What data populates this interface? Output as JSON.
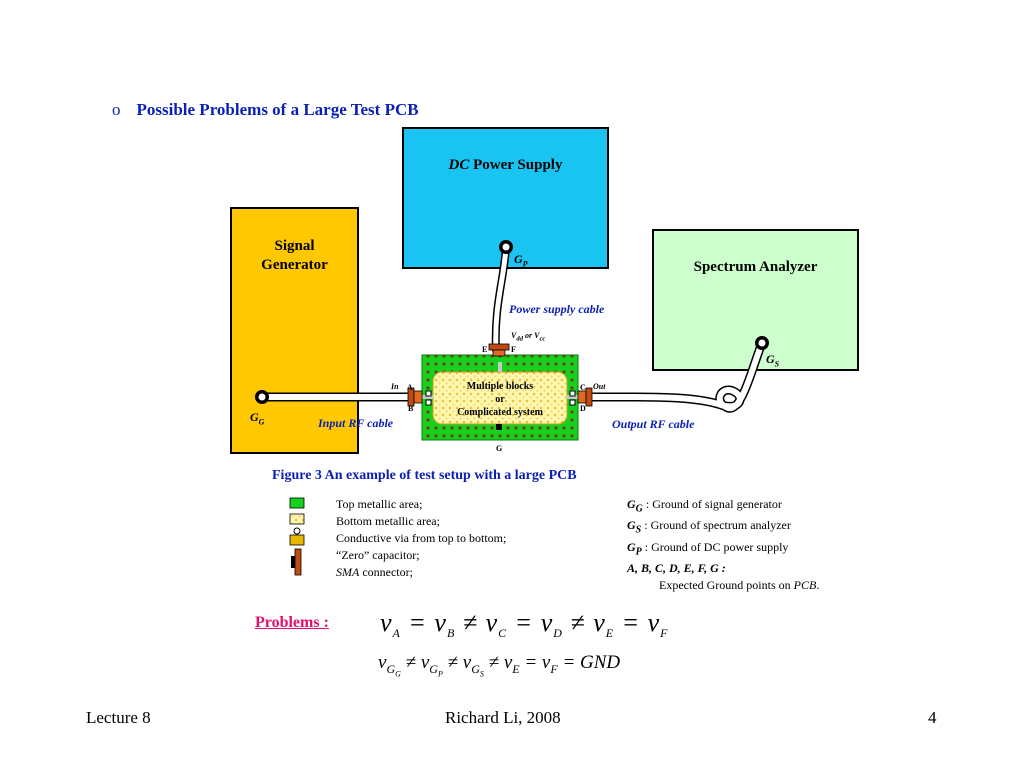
{
  "heading": {
    "bullet": "o",
    "text": "Possible Problems of a Large Test PCB"
  },
  "boxes": {
    "dc_supply": {
      "label_italic": "DC",
      "label_rest": " Power Supply"
    },
    "signal_generator": {
      "line1": "Signal",
      "line2": "Generator"
    },
    "spectrum_analyzer": {
      "label": "Spectrum Analyzer"
    }
  },
  "labels": {
    "gp": {
      "main": "G",
      "sub": "P"
    },
    "gg": {
      "main": "G",
      "sub": "G"
    },
    "gs": {
      "main": "G",
      "sub": "S"
    },
    "power_cable": "Power supply cable",
    "vdd_vcc": {
      "v1": "V",
      "s1": "dd",
      "or": " or ",
      "v2": "V",
      "s2": "cc"
    },
    "input_cable": "Input RF cable",
    "output_cable": "Output RF cable",
    "in": "In",
    "out": "Out",
    "points": {
      "a": "A",
      "b": "B",
      "c": "C",
      "d": "D",
      "e": "E",
      "f": "F",
      "g": "G"
    },
    "pcb": {
      "line1": "Multiple blocks",
      "line2": "or",
      "line3": "Complicated system"
    }
  },
  "caption": "Figure 3  An example of  test setup with a large PCB",
  "legend": {
    "left": [
      "Top metallic area;",
      "Bottom metallic area;",
      "Conductive via from top to bottom;",
      "“Zero” capacitor;",
      {
        "italic": "SMA",
        "rest": " connector;"
      }
    ],
    "right": [
      {
        "main": "G",
        "sub": "G",
        "rest": " : Ground of signal generator"
      },
      {
        "main": "G",
        "sub": "S",
        "rest": " :  Ground of spectrum analyzer"
      },
      {
        "main": "G",
        "sub": "P",
        "rest": " :  Ground of DC power supply"
      },
      {
        "bold_text": "A, B, C, D, E, F, G :"
      },
      {
        "text": "Expected Ground points on ",
        "italic": "PCB",
        "end": "."
      }
    ]
  },
  "problems": {
    "label": "Problems :",
    "eq1": [
      "v",
      "A",
      " = v",
      "B",
      " ≠ v",
      "C",
      " = v",
      "D",
      " ≠ v",
      "E",
      " = v",
      "F"
    ],
    "eq2": {
      "v": "v",
      "g1": "G",
      "s1": "G",
      "neq": " ≠ ",
      "g2": "G",
      "s2": "P",
      "g3": "G",
      "s3": "S",
      "e": "E",
      "f": "F",
      "eq": " = ",
      "gnd": "GND"
    }
  },
  "footer": {
    "left": "Lecture 8",
    "center": "Richard Li, 2008",
    "right": "4"
  },
  "colors": {
    "heading": "#0a1fb4",
    "dc_box": "#19c3f2",
    "sg_box": "#ffc800",
    "sa_box": "#ccffcc",
    "pcb_top": "#14d21e",
    "pcb_bottom": "#fff7b0",
    "problems": "#e0106e"
  }
}
